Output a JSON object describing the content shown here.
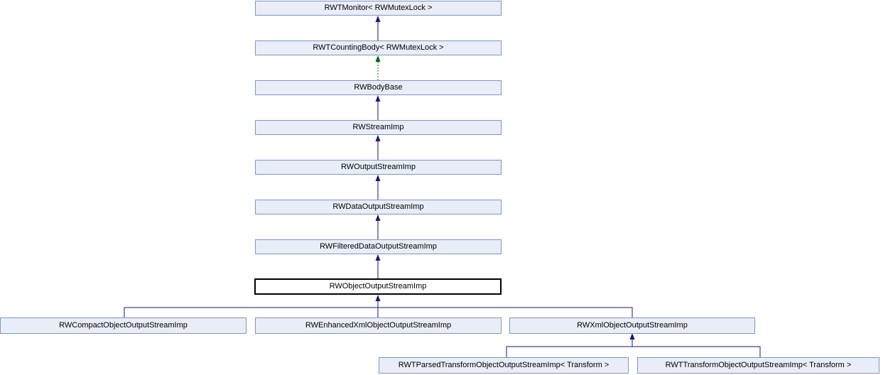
{
  "diagram": {
    "kind": "class-inheritance-graph",
    "current_class": "RWObjectOutputStreamImp",
    "colors": {
      "background": "#ffffff",
      "node_fill": "#e8edf8",
      "node_border": "#8393c6",
      "current_node_fill": "#ffffff",
      "current_node_border": "#000000",
      "text": "#000000",
      "public_inheritance_edge": "#191970",
      "protected_inheritance_edge": "#006400"
    },
    "nodes": [
      {
        "id": "rwtmonitor",
        "label": "RWTMonitor< RWMutexLock >"
      },
      {
        "id": "rwtcountingbody",
        "label": "RWTCountingBody< RWMutexLock >"
      },
      {
        "id": "rwbodybase",
        "label": "RWBodyBase"
      },
      {
        "id": "rwstreamimp",
        "label": "RWStreamImp"
      },
      {
        "id": "rwoutputstreamimp",
        "label": "RWOutputStreamImp"
      },
      {
        "id": "rwdataoutputstreamimp",
        "label": "RWDataOutputStreamImp"
      },
      {
        "id": "rwfiltereddataoutputstreamimp",
        "label": "RWFilteredDataOutputStreamImp"
      },
      {
        "id": "rwobjectoutputstreamimp",
        "label": "RWObjectOutputStreamImp",
        "current": true
      },
      {
        "id": "rwcompactobjectoutputstreamimp",
        "label": "RWCompactObjectOutputStreamImp"
      },
      {
        "id": "rwenhancedxmlobjectoutputstreamimp",
        "label": "RWEnhancedXmlObjectOutputStreamImp"
      },
      {
        "id": "rwxmlobjectoutputstreamimp",
        "label": "RWXmlObjectOutputStreamImp"
      },
      {
        "id": "rwtparsedtransformobjectoutputstreamimp",
        "label": "RWTParsedTransformObjectOutputStreamImp< Transform >"
      },
      {
        "id": "rwttransformobjectoutputstreamimp",
        "label": "RWTTransformObjectOutputStreamImp< Transform >"
      }
    ],
    "edges": [
      {
        "from": "rwtcountingbody",
        "to": "rwtmonitor",
        "type": "public"
      },
      {
        "from": "rwbodybase",
        "to": "rwtcountingbody",
        "type": "protected"
      },
      {
        "from": "rwstreamimp",
        "to": "rwbodybase",
        "type": "public"
      },
      {
        "from": "rwoutputstreamimp",
        "to": "rwstreamimp",
        "type": "public"
      },
      {
        "from": "rwdataoutputstreamimp",
        "to": "rwoutputstreamimp",
        "type": "public"
      },
      {
        "from": "rwfiltereddataoutputstreamimp",
        "to": "rwdataoutputstreamimp",
        "type": "public"
      },
      {
        "from": "rwobjectoutputstreamimp",
        "to": "rwfiltereddataoutputstreamimp",
        "type": "public"
      },
      {
        "from": "rwcompactobjectoutputstreamimp",
        "to": "rwobjectoutputstreamimp",
        "type": "public"
      },
      {
        "from": "rwenhancedxmlobjectoutputstreamimp",
        "to": "rwobjectoutputstreamimp",
        "type": "public"
      },
      {
        "from": "rwxmlobjectoutputstreamimp",
        "to": "rwobjectoutputstreamimp",
        "type": "public"
      },
      {
        "from": "rwtparsedtransformobjectoutputstreamimp",
        "to": "rwxmlobjectoutputstreamimp",
        "type": "public"
      },
      {
        "from": "rwttransformobjectoutputstreamimp",
        "to": "rwxmlobjectoutputstreamimp",
        "type": "public"
      }
    ]
  }
}
